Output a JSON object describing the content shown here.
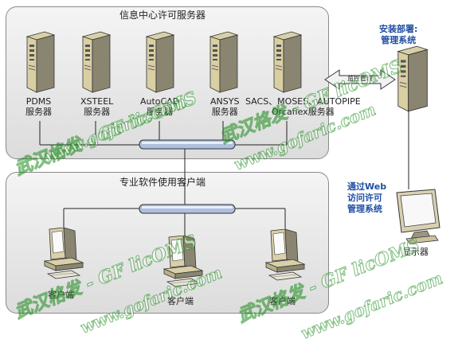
{
  "panels": {
    "license_center": "信息中心许可服务器",
    "client_area": "专业软件使用客户端"
  },
  "servers": [
    {
      "line1": "PDMS",
      "line2": "服务器"
    },
    {
      "line1": "XSTEEL",
      "line2": "服务器"
    },
    {
      "line1": "AutoCAD",
      "line2": "服务器"
    },
    {
      "line1": "ANSYS",
      "line2": "服务器"
    },
    {
      "line1": "SACS、MOSES、AUTOPIPE",
      "line2": "Orcaflex服务器"
    }
  ],
  "deploy": {
    "line1": "安装部署:",
    "line2": "管理系统"
  },
  "monitor_link": "监控管理",
  "web_access": {
    "line1": "通过Web",
    "line2": "访问许可",
    "line3": "管理系统"
  },
  "display_label": "显示器",
  "clients": [
    "客户端",
    "客户端",
    "客户端"
  ],
  "watermarks": {
    "brand_cn": "武汉格发 - GF licOMS",
    "site": "www.gofaric.com"
  },
  "colors": {
    "accent_blue": "#1f4ea3",
    "watermark_green": "#2db52d"
  }
}
